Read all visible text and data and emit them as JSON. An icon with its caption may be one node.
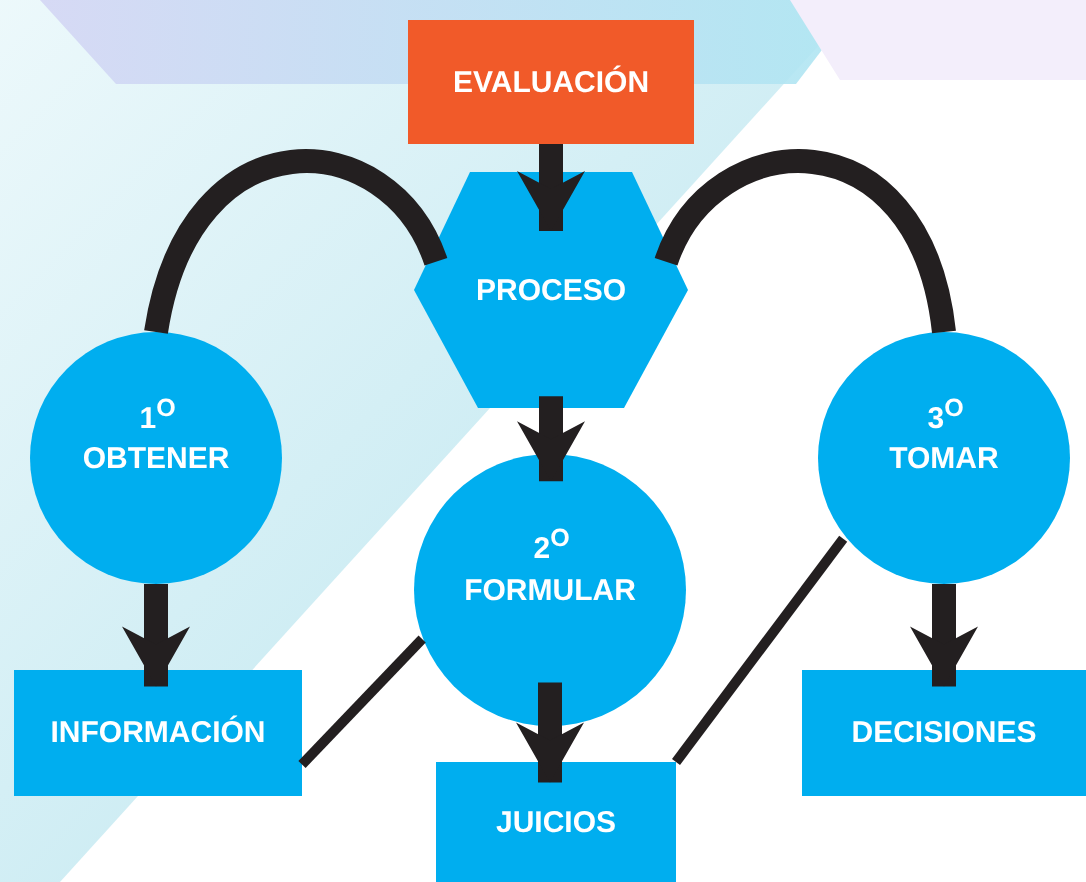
{
  "diagram": {
    "nodes": [
      {
        "text": [
          "EVALUACIÓN"
        ]
      },
      {
        "text": [
          "PROCESO"
        ]
      },
      {
        "text": [
          "1$^{O}$",
          "OBTENER"
        ]
      },
      {
        "text": [
          "2$^{O}$",
          "FORMULAR"
        ]
      },
      {
        "text": [
          "3$^{O}$",
          "TOMAR"
        ]
      },
      {
        "text": [
          "INFORMACIÓN"
        ]
      },
      {
        "text": [
          "JUICIOS"
        ]
      },
      {
        "text": [
          "DECISIONES"
        ]
      }
    ],
    "edges": [
      {
        "from": 0,
        "to": 1,
        "arrow": "to"
      },
      {
        "from": 1,
        "to": 3,
        "arrow": "to"
      },
      {
        "from": 2,
        "to": 5,
        "arrow": "to"
      },
      {
        "from": 3,
        "to": 6,
        "arrow": "to"
      },
      {
        "from": 4,
        "to": 7,
        "arrow": "to"
      },
      {
        "from": 1,
        "to": 2,
        "arrow": "none"
      },
      {
        "from": 1,
        "to": 4,
        "arrow": "none"
      },
      {
        "from": 3,
        "to": 5,
        "arrow": "none"
      },
      {
        "from": 4,
        "to": 6,
        "arrow": "none"
      }
    ]
  }
}
